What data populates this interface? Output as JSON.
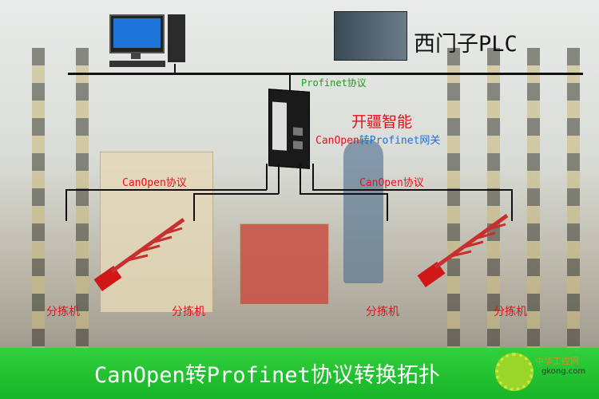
{
  "diagram": {
    "plc_label": "西门子PLC",
    "profinet_label": "Profinet协议",
    "brand_label": "开疆智能",
    "gateway_label_part1": "CanOpen",
    "gateway_label_part2": "转Profinet网关",
    "canopen_left": "CanOpen协议",
    "canopen_right": "CanOpen协议",
    "sorters": [
      "分拣机",
      "分拣机",
      "分拣机",
      "分拣机"
    ]
  },
  "footer": {
    "title": "CanOpen转Profinet协议转换拓扑"
  },
  "watermark": {
    "cn": "中华工控网",
    "url": "gkong.com"
  },
  "colors": {
    "red": "#e8101c",
    "green": "#1a9e1a",
    "blue": "#1e6fe0",
    "footer": "#22c232"
  }
}
